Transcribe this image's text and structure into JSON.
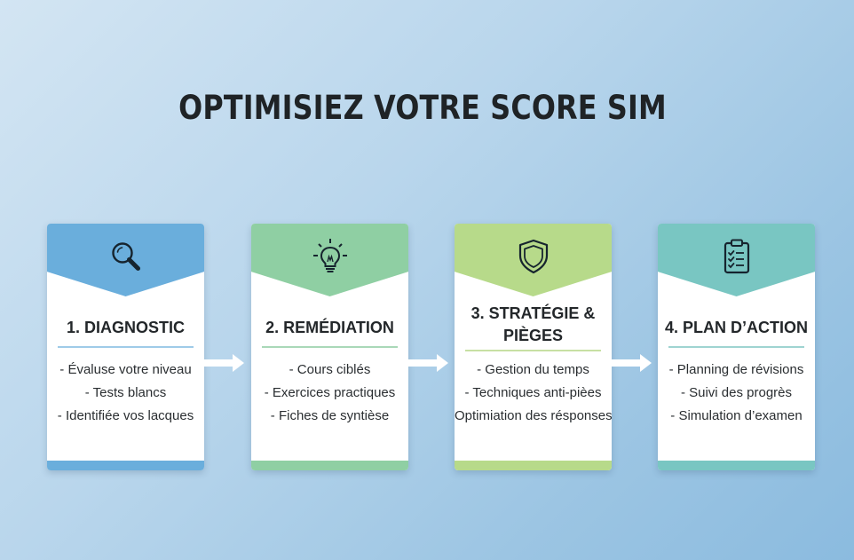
{
  "title": "OPTIMISIEZ VOTRE SCORE SIM",
  "cards": [
    {
      "icon": "magnifier-icon",
      "color": "#6aaedc",
      "accent": "#9fcbe8",
      "title": "1. DIAGNOSTIC",
      "items": [
        "- Évaluse votre niveau",
        "- Tests blancs",
        "- Identifiée vos lacques"
      ]
    },
    {
      "icon": "lightbulb-icon",
      "color": "#8fcfa3",
      "accent": "#a9d8b8",
      "title": "2. REMÉDIATION",
      "items": [
        "- Cours ciblés",
        "- Exercices practiques",
        "- Fiches de syntièse"
      ]
    },
    {
      "icon": "shield-icon",
      "color": "#b7da8a",
      "accent": "#c7e0a3",
      "title_line1": "3. STRATÉGIE &",
      "title_line2": "PIÈGES",
      "items": [
        "- Gestion du temps",
        "- Techniques anti-pièes",
        "Optimiation des résponses"
      ]
    },
    {
      "icon": "clipboard-checklist-icon",
      "color": "#79c6c2",
      "accent": "#9fd4d1",
      "title": "4. PLAN D’ACTION",
      "items": [
        "- Planning de révisions",
        "- Suivi des progrès",
        "- Simulation d’examen"
      ]
    }
  ]
}
